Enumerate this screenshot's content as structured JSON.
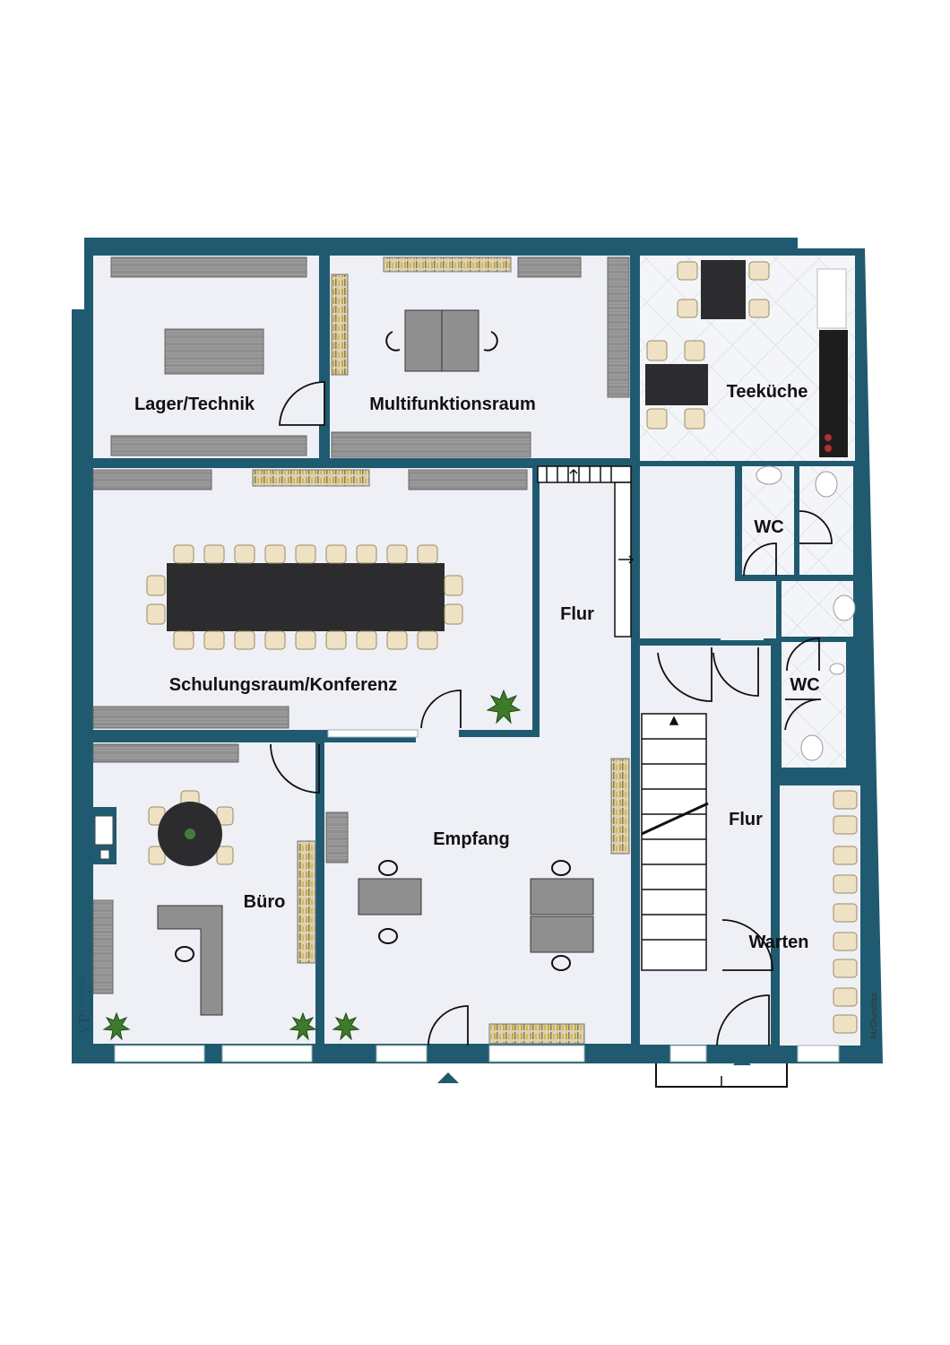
{
  "colors": {
    "wall": "#1f5a70",
    "floor": "#eef0f5",
    "tile": "#f2f3f6",
    "furniture_dark": "#2c2c2e",
    "shelf": "#8c8c8c",
    "chair": "#efe2c4"
  },
  "rooms": {
    "lager": "Lager/Technik",
    "multi": "Multifunktionsraum",
    "teekueche": "Teeküche",
    "schulung": "Schulungsraum/Konferenz",
    "flur_upper": "Flur",
    "flur_lower": "Flur",
    "wc_upper": "WC",
    "wc_lower": "WC",
    "buero": "Büro",
    "empfang": "Empfang",
    "warten": "Warten"
  },
  "brand": {
    "logo_initials": "VP",
    "logo_text": "VON POLL",
    "logo_subtext": "IMMOBILIEN"
  },
  "credit": "McGrundriss",
  "icons": {
    "entrance_main": "entrance-arrow-icon",
    "entrance_side": "entrance-arrow-icon",
    "plant": "plant-icon"
  }
}
